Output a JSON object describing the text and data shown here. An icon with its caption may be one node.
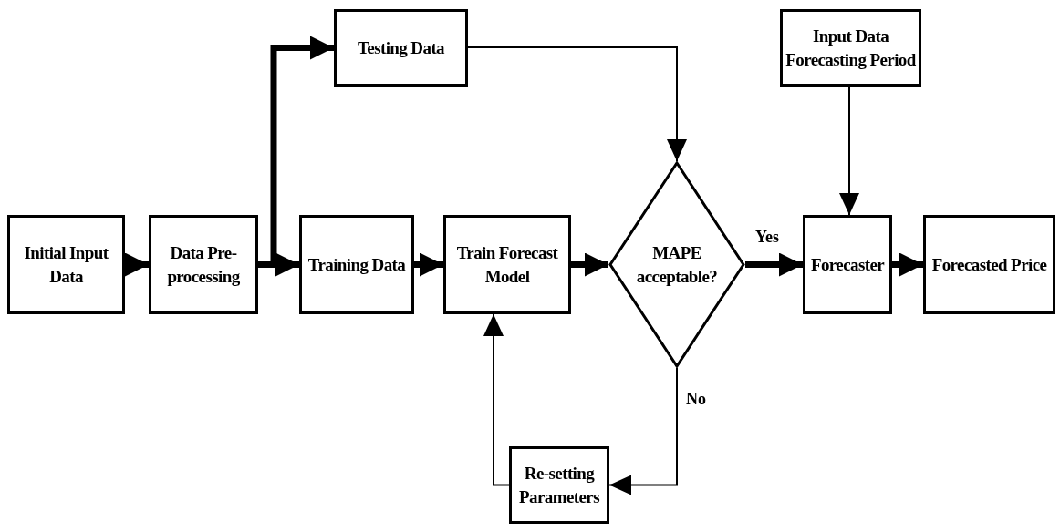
{
  "diagram": {
    "nodes": [
      {
        "text": [
          "Initial Input Data"
        ]
      },
      {
        "text": [
          "Data Pre-processing"
        ]
      },
      {
        "text": [
          "Testing Data"
        ]
      },
      {
        "text": [
          "Training Data"
        ]
      },
      {
        "text": [
          "Train Forecast Model"
        ]
      },
      {
        "text": [
          "MAPE acceptable?"
        ]
      },
      {
        "text": [
          "Input Data Forecasting Period"
        ]
      },
      {
        "text": [
          "Forecaster"
        ]
      },
      {
        "text": [
          "Forecasted Price"
        ]
      },
      {
        "text": [
          "Re-setting Parameters"
        ]
      }
    ],
    "edges": [
      {
        "from": 0,
        "to": 1,
        "arrow": "to"
      },
      {
        "from": 1,
        "to": 2,
        "arrow": "to"
      },
      {
        "from": 1,
        "to": 3,
        "arrow": "to"
      },
      {
        "from": 2,
        "to": 5,
        "arrow": "to"
      },
      {
        "from": 3,
        "to": 4,
        "arrow": "to"
      },
      {
        "from": 4,
        "to": 5,
        "arrow": "to"
      },
      {
        "from": 5,
        "to": 7,
        "arrow": "to",
        "label": "Yes"
      },
      {
        "from": 6,
        "to": 7,
        "arrow": "to"
      },
      {
        "from": 7,
        "to": 8,
        "arrow": "to"
      },
      {
        "from": 5,
        "to": 9,
        "arrow": "to",
        "label": "No"
      },
      {
        "from": 9,
        "to": 4,
        "arrow": "to"
      }
    ]
  }
}
